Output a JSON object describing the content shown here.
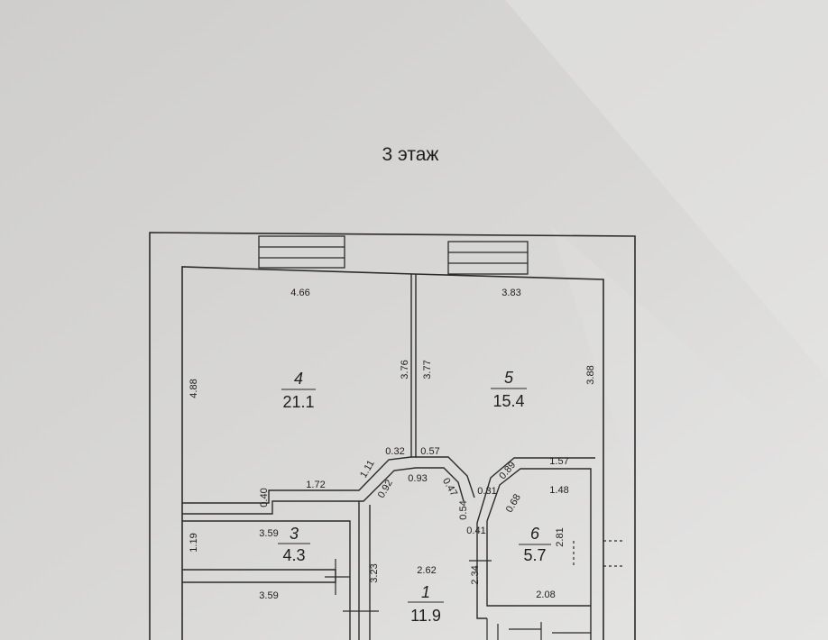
{
  "title": "3 этаж",
  "rooms": [
    {
      "number": "4",
      "area": "21.1"
    },
    {
      "number": "5",
      "area": "15.4"
    },
    {
      "number": "3",
      "area": "4.3"
    },
    {
      "number": "6",
      "area": "5.7"
    },
    {
      "number": "1",
      "area": "11.9"
    }
  ],
  "dimensions": {
    "r4_width": "4.66",
    "r4_height": "4.88",
    "wall_left": "3.76",
    "wall_right": "3.77",
    "r5_width": "3.83",
    "r5_height": "3.88",
    "seg_032": "0.32",
    "seg_057": "0.57",
    "seg_111": "1.11",
    "seg_093": "0.93",
    "seg_092": "0.92",
    "seg_047": "0.47",
    "seg_089": "0.89",
    "seg_157": "1.57",
    "seg_031": "0.31",
    "seg_148": "1.48",
    "seg_040": "0.40",
    "seg_172": "1.72",
    "seg_054": "0.54",
    "seg_068": "0.68",
    "seg_041": "0.41",
    "r3_width": "3.59",
    "r3_height": "1.19",
    "corr_width": "3.59",
    "hall_left": "3.23",
    "hall_width": "2.62",
    "hall_right": "2.34",
    "r6_height": "2.81",
    "r6_width": "2.08"
  }
}
